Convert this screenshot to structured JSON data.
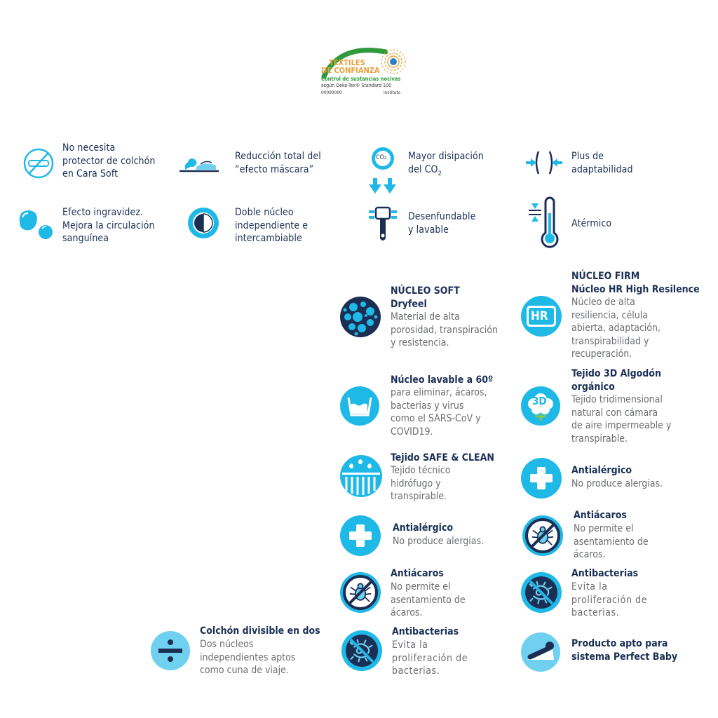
{
  "colors": {
    "navy": "#1b2f55",
    "cyan": "#1fb9e8",
    "light_blue": "#6fd0f0",
    "gray": "#6b6d70",
    "green": "#2f9a3c",
    "orange": "#e8a23a"
  },
  "certification": {
    "line1": "TEXTILES",
    "line2": "DE CONFIANZA",
    "line3": "Control de sustancias nocivas",
    "line4": "según Oeko-Tex® Standard 100",
    "code": "00000000",
    "institute": "Instituto"
  },
  "features_top": [
    {
      "icon": "no-mattress-protector-icon",
      "text": "No necesita\nprotector de colchón\nen Cara Soft"
    },
    {
      "icon": "sleeper-pillow-icon",
      "text": "Reducción total del\n“efecto máscara”"
    },
    {
      "icon": "co2-dissipation-icon",
      "text_main": "Mayor disipación\ndel CO",
      "text_sub": "2",
      "co2_label": "CO",
      "co2_sub": "2"
    },
    {
      "icon": "adaptability-icon",
      "text": "Plus de\nadaptabilidad"
    },
    {
      "icon": "floating-spheres-icon",
      "text": "Efecto ingravidez.\nMejora la circulación\nsanguínea"
    },
    {
      "icon": "double-core-icon",
      "text": "Doble núcleo\nindependiente e\nintercambiable"
    },
    {
      "icon": "zipper-icon",
      "text": "Desenfundable\ny lavable"
    },
    {
      "icon": "thermometer-icon",
      "text": "Atérmico"
    }
  ],
  "soft_column": [
    {
      "icon": "dryfeel-porous-icon",
      "title": "NÚCLEO SOFT\nDryfeel",
      "desc": "Material de alta\nporosidad, transpiración\ny resistencia."
    },
    {
      "icon": "washable-icon",
      "title": "Núcleo lavable a 60º",
      "desc": "para eliminar, ácaros,\nbacterias y virus\ncomo el SARS-CoV y\nCOVID19."
    },
    {
      "icon": "safe-clean-fabric-icon",
      "title": "Tejido SAFE & CLEAN",
      "desc": "Tejido técnico\nhidrófugo y\ntranspirable."
    },
    {
      "icon": "antiallergic-icon",
      "title": "Antialérgico",
      "desc": "No produce alergias."
    },
    {
      "icon": "anti-mites-icon",
      "title": "Antiácaros",
      "desc": "No permite el\nasentamiento de\nácaros."
    },
    {
      "icon": "antibacterial-icon",
      "title": "Antibacterias",
      "desc": "Evita la\nproliferación de\nbacterias."
    }
  ],
  "firm_column": [
    {
      "icon": "hr-badge-icon",
      "hr_label": "HR",
      "title": "NÚCLEO FIRM\nNúcleo HR High Resilence",
      "desc": "Núcleo de alta\nresiliencia, célula\nabierta, adaptación,\ntranspirabilidad y\nrecuperación."
    },
    {
      "icon": "cotton-3d-icon",
      "label_3d": "3D",
      "title": "Tejido 3D Algodón\norgánico",
      "desc": "Tejido tridimensional\nnatural con cámara\nde aire impermeable y\ntranspirable."
    },
    {
      "icon": "antiallergic-icon",
      "title": "Antialérgico",
      "desc": "No produce alergias."
    },
    {
      "icon": "anti-mites-icon",
      "title": "Antiácaros",
      "desc": "No permite el\nasentamiento de\nácaros."
    },
    {
      "icon": "antibacterial-icon",
      "title": "Antibacterias",
      "desc": "Evita la\nproliferación de\nbacterias."
    },
    {
      "icon": "baby-system-icon",
      "title": "Producto apto para\nsistema Perfect Baby",
      "desc": ""
    }
  ],
  "divisible": {
    "icon": "divide-icon",
    "title": "Colchón divisible en dos",
    "desc": "Dos núcleos\nindependientes aptos\ncomo cuna de viaje."
  }
}
